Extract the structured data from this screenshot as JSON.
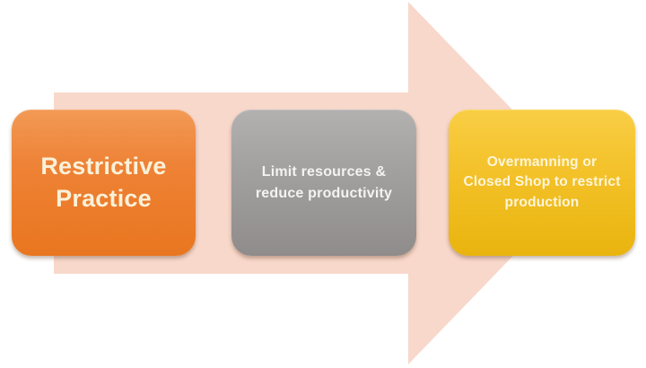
{
  "diagram": {
    "type": "process-arrow",
    "background_color": "#ffffff",
    "arrow": {
      "direction": "right",
      "color": "#f8d8cb"
    },
    "steps": [
      {
        "label": "Restrictive\nPractice",
        "fill_top": "#f29a55",
        "fill_bottom": "#e9761f",
        "text_color": "#fbf1d9"
      },
      {
        "label": "Limit resources &\nreduce productivity",
        "fill_top": "#b3b1b0",
        "fill_bottom": "#8f8c8b",
        "text_color": "#f5f3f1"
      },
      {
        "label": "Overmanning or\nClosed Shop to restrict\nproduction",
        "fill_top": "#f9ce45",
        "fill_bottom": "#e9b40e",
        "text_color": "#fdf5da"
      }
    ]
  }
}
